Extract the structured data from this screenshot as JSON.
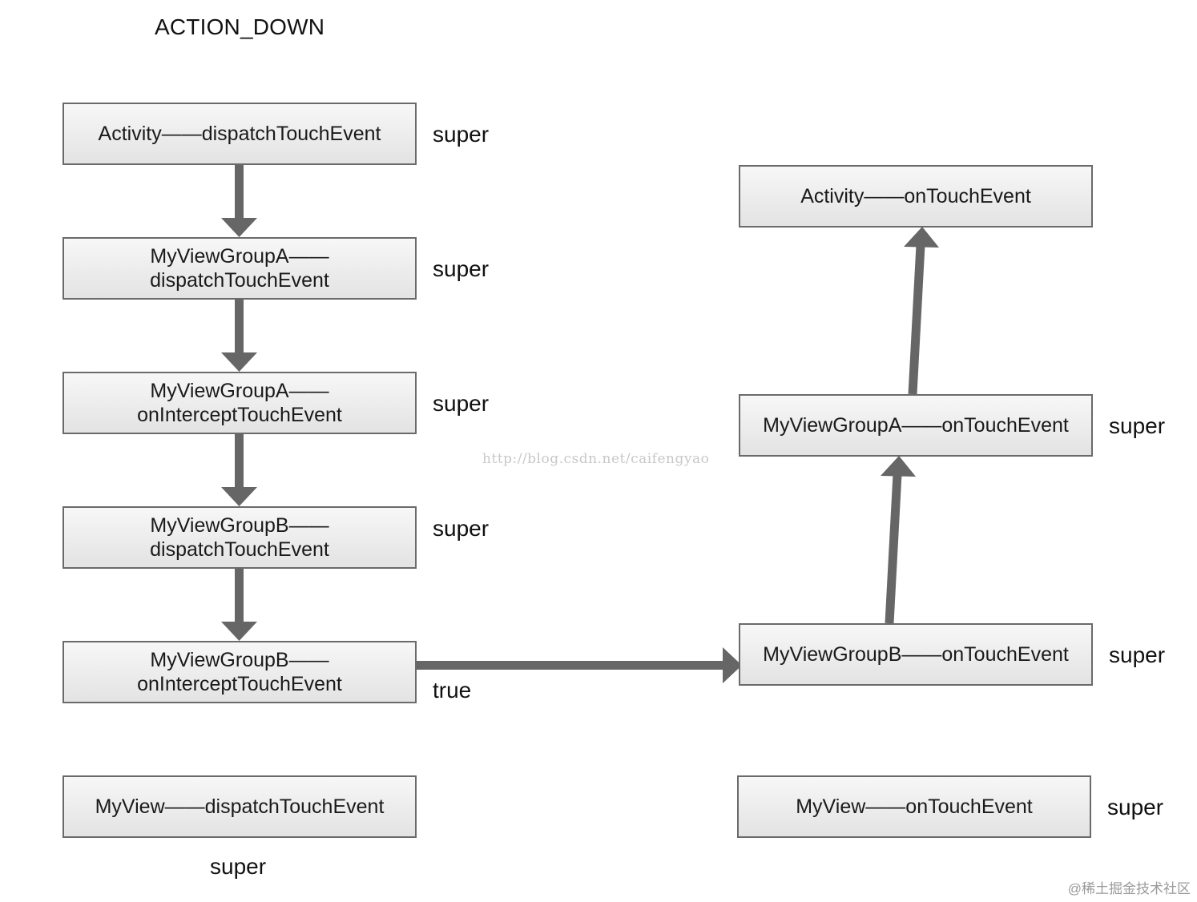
{
  "title": "ACTION_DOWN",
  "left_boxes": [
    {
      "text": "Activity——dispatchTouchEvent",
      "label": "super"
    },
    {
      "text": "MyViewGroupA——\ndispatchTouchEvent",
      "label": "super"
    },
    {
      "text": "MyViewGroupA——\nonInterceptTouchEvent",
      "label": "super"
    },
    {
      "text": "MyViewGroupB——\ndispatchTouchEvent",
      "label": "super"
    },
    {
      "text": "MyViewGroupB——\nonInterceptTouchEvent",
      "label": "true"
    },
    {
      "text": "MyView——dispatchTouchEvent",
      "label": "super"
    }
  ],
  "right_boxes": [
    {
      "text": "Activity——onTouchEvent"
    },
    {
      "text": "MyViewGroupA——onTouchEvent",
      "label": "super"
    },
    {
      "text": "MyViewGroupB——onTouchEvent",
      "label": "super"
    },
    {
      "text": "MyView——onTouchEvent",
      "label": "super"
    }
  ],
  "watermark": "http://blog.csdn.net/caifengyao",
  "footer": "@稀土掘金技术社区",
  "colors": {
    "arrow": "#666666",
    "box_border": "#6a6a6a",
    "box_fill_top": "#f7f7f7",
    "box_fill_bottom": "#e3e3e3"
  }
}
